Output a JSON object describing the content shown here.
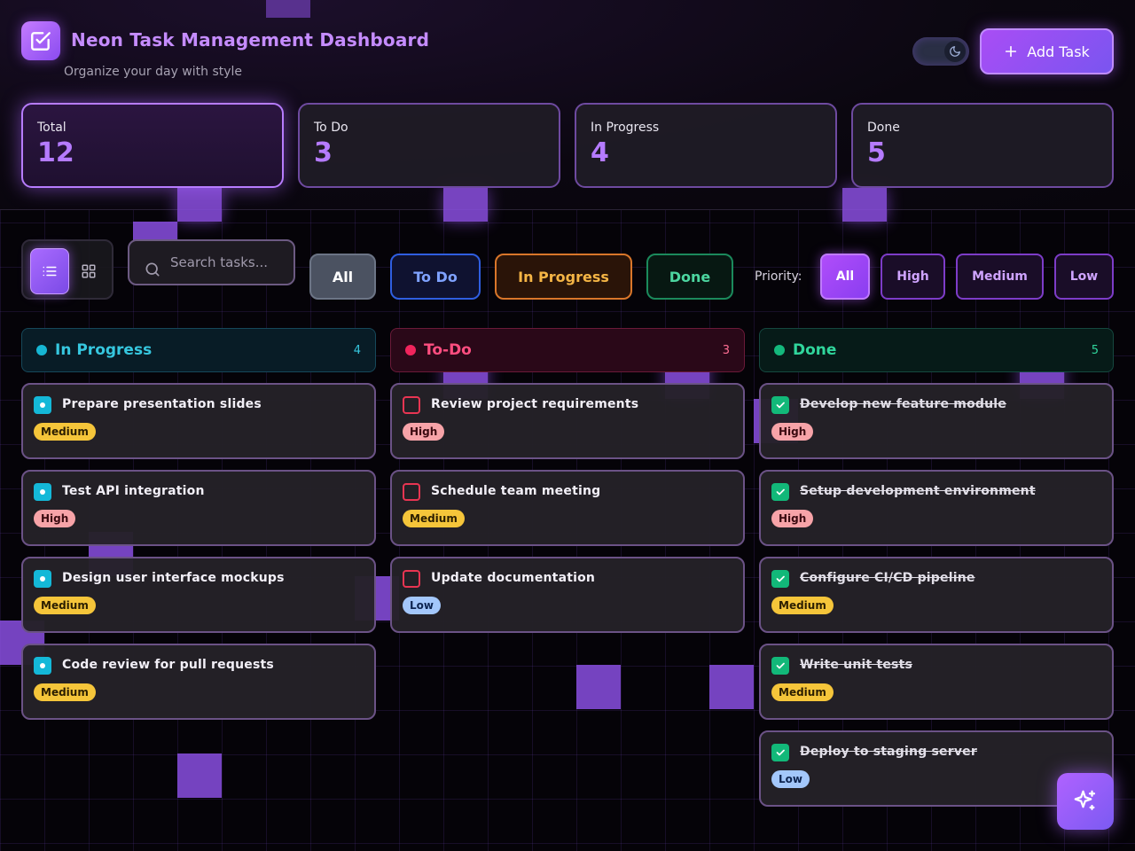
{
  "app": {
    "title": "Neon Task Management Dashboard",
    "subtitle": "Organize your day with style",
    "accent_color": "#b57bff",
    "logo_icon": "checkbox-icon"
  },
  "header": {
    "theme_toggle_icon": "moon-icon",
    "add_task_label": "Add Task",
    "add_task_icon": "plus-icon"
  },
  "stats": [
    {
      "label": "Total",
      "value": "12"
    },
    {
      "label": "To Do",
      "value": "3"
    },
    {
      "label": "In Progress",
      "value": "4"
    },
    {
      "label": "Done",
      "value": "5"
    }
  ],
  "toolbar": {
    "view_modes": [
      "list-icon",
      "grid-icon"
    ],
    "search_placeholder": "Search tasks...",
    "search_value": "",
    "status_filters": [
      "All",
      "To Do",
      "In Progress",
      "Done"
    ],
    "priority_label": "Priority:",
    "priority_filters": [
      "All",
      "High",
      "Medium",
      "Low"
    ]
  },
  "columns": [
    {
      "title": "In Progress",
      "count": "4",
      "status_color": "#16b6d3",
      "tasks": [
        {
          "title": "Prepare presentation slides",
          "priority": "Medium"
        },
        {
          "title": "Test API integration",
          "priority": "High"
        },
        {
          "title": "Design user interface mockups",
          "priority": "Medium"
        },
        {
          "title": "Code review for pull requests",
          "priority": "Medium"
        }
      ]
    },
    {
      "title": "To-Do",
      "count": "3",
      "status_color": "#f0245c",
      "tasks": [
        {
          "title": "Review project requirements",
          "priority": "High"
        },
        {
          "title": "Schedule team meeting",
          "priority": "Medium"
        },
        {
          "title": "Update documentation",
          "priority": "Low"
        }
      ]
    },
    {
      "title": "Done",
      "count": "5",
      "status_color": "#14b87c",
      "tasks": [
        {
          "title": "Develop new feature module",
          "priority": "High"
        },
        {
          "title": "Setup development environment",
          "priority": "High"
        },
        {
          "title": "Configure CI/CD pipeline",
          "priority": "Medium"
        },
        {
          "title": "Write unit tests",
          "priority": "Medium"
        },
        {
          "title": "Deploy to staging server",
          "priority": "Low"
        }
      ]
    }
  ],
  "fab_icon": "sparkles-icon"
}
